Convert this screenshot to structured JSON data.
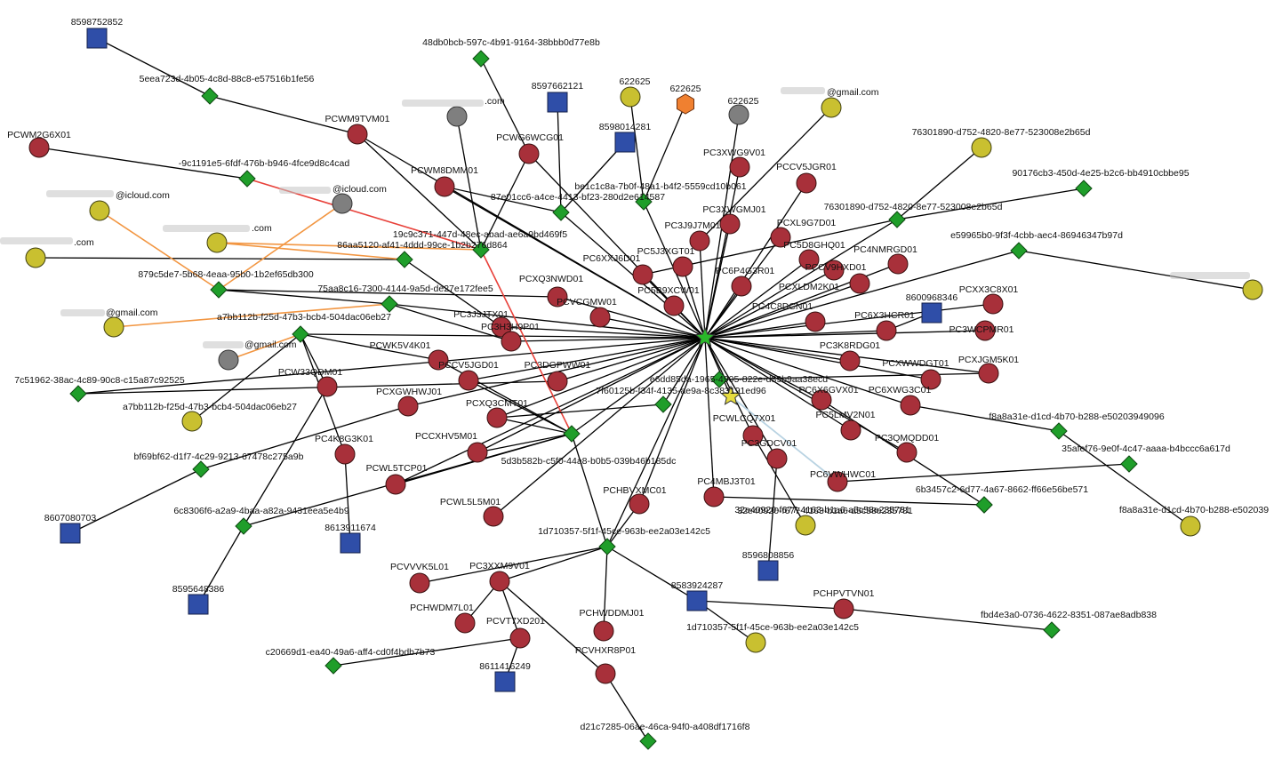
{
  "colors": {
    "device": "#a8303a",
    "account": "#1f9e2a",
    "phone": "#2f4ea8",
    "email": "#c9c030",
    "email_gray": "#7f7f7f",
    "hub": "#2ab82a",
    "star": "#e6dc40",
    "hexagon": "#f08030",
    "edge": "#000000",
    "edge_orange": "#f29642",
    "edge_red": "#e8413a",
    "edge_light": "#b9d3e2"
  },
  "graph": {
    "nodes": [
      {
        "id": "hub",
        "type": "hub",
        "label": ""
      },
      {
        "id": "star",
        "type": "star",
        "label": ""
      },
      {
        "id": "a1",
        "type": "account",
        "label": "48db0bcb-597c-4b91-9164-38bbb0d77e8b"
      },
      {
        "id": "a2",
        "type": "account",
        "label": "5eea723d-4b05-4c8d-88c8-e57516b1fe56"
      },
      {
        "id": "a3",
        "type": "account",
        "label": "-9c1191e5-6fdf-476b-b946-4fce9d8c4cad"
      },
      {
        "id": "a4",
        "type": "account",
        "label": "19c9c371-447d-48ec-abad-ae6a9bd469f5"
      },
      {
        "id": "a5",
        "type": "account",
        "label": "86aa5120-af41-4ddd-99ce-1b2b276d864"
      },
      {
        "id": "a6",
        "type": "account",
        "label": "879c5de7-5b68-4eaa-95b0-1b2ef65db300"
      },
      {
        "id": "a7",
        "type": "account",
        "label": "75aa8c16-7300-4144-9a5d-de27e172fee5"
      },
      {
        "id": "a8",
        "type": "account",
        "label": "a7bb112b-f25d-47b3-bcb4-504dac06eb27"
      },
      {
        "id": "a9",
        "type": "account",
        "label": "7c51962-38ac-4c89-90c8-c15a87c92525"
      },
      {
        "id": "a10",
        "type": "account",
        "label": "bf69bf62-d1f7-4c29-9213-67478c275a9b"
      },
      {
        "id": "a11",
        "type": "account",
        "label": "6c8306f6-a2a9-4baa-a82a-9431eea5e4b9"
      },
      {
        "id": "a12",
        "type": "account",
        "label": "c20669d1-ea40-49a6-aff4-cd0f4bdb7b73"
      },
      {
        "id": "a13",
        "type": "account",
        "label": "d21c7285-06ae-46ca-94f0-a408df1716f8"
      },
      {
        "id": "a14",
        "type": "account",
        "label": "1d710357-5f1f-45ce-963b-ee2a03e142c5"
      },
      {
        "id": "a15",
        "type": "account",
        "label": "5d3b582b-c5f0-44a8-b0b5-039b46b185dc"
      },
      {
        "id": "a16",
        "type": "account",
        "label": "32e40920-f677-4163-b1a6-a5c58e235781"
      },
      {
        "id": "a17",
        "type": "account",
        "label": "7f60125b-f34f-4135-ae9a-8c383191ed96"
      },
      {
        "id": "a18",
        "type": "account",
        "label": "87e01cc6-a4ce-4413-bf23-280d2e614587"
      },
      {
        "id": "a19",
        "type": "account",
        "label": "be1c1c8a-7b0f-48a1-b4f2-5559cd10b061"
      },
      {
        "id": "a20",
        "type": "account",
        "label": "76301890-d752-4820-8e77-523008e2b65d"
      },
      {
        "id": "a21",
        "type": "account",
        "label": "90176cb3-450d-4e25-b2c6-bb4910cbbe95"
      },
      {
        "id": "a22",
        "type": "account",
        "label": "e59965b0-9f3f-4cbb-aec4-86946347b97d"
      },
      {
        "id": "a23",
        "type": "account",
        "label": "f8a8a31e-d1cd-4b70-b288-e50203949096"
      },
      {
        "id": "a24",
        "type": "account",
        "label": "35afef76-9e0f-4c47-aaaa-b4bccc6a617d"
      },
      {
        "id": "a25",
        "type": "account",
        "label": "6b3457c2-6d77-4a67-8662-ff66e56be571"
      },
      {
        "id": "a26",
        "type": "account",
        "label": "fbd4e3a0-0736-4622-8351-087ae8adb838"
      },
      {
        "id": "a27",
        "type": "account",
        "label": "e6dd85da-1965-4905-822e-d89b9aa38ecd"
      },
      {
        "id": "p1",
        "type": "phone",
        "label": "8598752852"
      },
      {
        "id": "p2",
        "type": "phone",
        "label": "8597662121"
      },
      {
        "id": "p3",
        "type": "phone",
        "label": "8598014281"
      },
      {
        "id": "p4",
        "type": "phone",
        "label": "8600968346"
      },
      {
        "id": "p5",
        "type": "phone",
        "label": "8607080703"
      },
      {
        "id": "p6",
        "type": "phone",
        "label": "8613911674"
      },
      {
        "id": "p7",
        "type": "phone",
        "label": "8595648386"
      },
      {
        "id": "p8",
        "type": "phone",
        "label": "8596808856"
      },
      {
        "id": "p9",
        "type": "phone",
        "label": "8583924287"
      },
      {
        "id": "p10",
        "type": "phone",
        "label": "8611416249"
      },
      {
        "id": "e1",
        "type": "email",
        "label": "622625"
      },
      {
        "id": "e2",
        "type": "hexagon",
        "label": "622625"
      },
      {
        "id": "e3",
        "type": "email_gray",
        "label": "622625"
      },
      {
        "id": "e4",
        "type": "email",
        "label": "@gmail.com",
        "blur": true
      },
      {
        "id": "e5",
        "type": "email_gray",
        "label": ".com",
        "blur": true
      },
      {
        "id": "e6",
        "type": "email",
        "label": "@icloud.com",
        "blur": true
      },
      {
        "id": "e7",
        "type": "email_gray",
        "label": "@icloud.com",
        "blur": true
      },
      {
        "id": "e8",
        "type": "email",
        "label": ".com",
        "blur": true
      },
      {
        "id": "e9",
        "type": "email",
        "label": ".com",
        "blur": true
      },
      {
        "id": "e10",
        "type": "email",
        "label": "@gmail.com",
        "blur": true
      },
      {
        "id": "e11",
        "type": "email_gray",
        "label": "@gmail.com",
        "blur": true
      },
      {
        "id": "e12",
        "type": "email",
        "label": "a7bb112b-f25d-47b3-bcb4-504dac06eb27"
      },
      {
        "id": "e13",
        "type": "email",
        "label": "",
        "blur": true
      },
      {
        "id": "e14",
        "type": "email",
        "label": "76301890-d752-4820-8e77-523008e2b65d"
      },
      {
        "id": "e15",
        "type": "email",
        "label": "f8a8a31e-d1cd-4b70-b288-e502039"
      },
      {
        "id": "e16",
        "type": "email",
        "label": "32e40920-f677-4163-b1a6-a5c58e235781"
      },
      {
        "id": "e17",
        "type": "email",
        "label": "1d710357-5f1f-45ce-963b-ee2a03e142c5"
      },
      {
        "id": "d1",
        "type": "device",
        "label": "PCWM9TVM01"
      },
      {
        "id": "d2",
        "type": "device",
        "label": "PCWM2G6X01"
      },
      {
        "id": "d3",
        "type": "device",
        "label": "PCWG6WCG01"
      },
      {
        "id": "d4",
        "type": "device",
        "label": "PCWM8DMM01"
      },
      {
        "id": "d5",
        "type": "device",
        "label": "PC3XWG9V01"
      },
      {
        "id": "d6",
        "type": "device",
        "label": "PCCV5JGR01"
      },
      {
        "id": "d7",
        "type": "device",
        "label": "PC3XWGMJ01"
      },
      {
        "id": "d8",
        "type": "device",
        "label": "PC3J9J7M01"
      },
      {
        "id": "d9",
        "type": "device",
        "label": "PCXL9G7D01"
      },
      {
        "id": "d10",
        "type": "device",
        "label": "PC5D8GHQ01"
      },
      {
        "id": "d11",
        "type": "device",
        "label": "PC4NMRGD01"
      },
      {
        "id": "d12",
        "type": "device",
        "label": "PC5J3XGT01"
      },
      {
        "id": "d13",
        "type": "device",
        "label": "PC6XXJ6D01"
      },
      {
        "id": "d14",
        "type": "device",
        "label": "PCCV9HXD01"
      },
      {
        "id": "d15",
        "type": "device",
        "label": "PC6P4G3R01"
      },
      {
        "id": "d16",
        "type": "device",
        "label": "PCXQ3NWD01"
      },
      {
        "id": "d17",
        "type": "device",
        "label": "PC5B9XCW01"
      },
      {
        "id": "d18",
        "type": "device",
        "label": "PCXLDM2K01"
      },
      {
        "id": "d19",
        "type": "device",
        "label": "PCVCGMW01"
      },
      {
        "id": "d20",
        "type": "device",
        "label": "PC4C8DCN01"
      },
      {
        "id": "d21",
        "type": "device",
        "label": "PCXX3C8X01"
      },
      {
        "id": "d22",
        "type": "device",
        "label": "PC6X3HCR01"
      },
      {
        "id": "d23",
        "type": "device",
        "label": "PC3J3JTX01"
      },
      {
        "id": "d24",
        "type": "device",
        "label": "PC3WCPMR01"
      },
      {
        "id": "d25",
        "type": "device",
        "label": "PC3H3H9P01"
      },
      {
        "id": "d26",
        "type": "device",
        "label": "PCWK5V4K01"
      },
      {
        "id": "d27",
        "type": "device",
        "label": "PC3K8RDG01"
      },
      {
        "id": "d28",
        "type": "device",
        "label": "PCXWWDGT01"
      },
      {
        "id": "d29",
        "type": "device",
        "label": "PCXJGM5K01"
      },
      {
        "id": "d30",
        "type": "device",
        "label": "PCCV5JGD01"
      },
      {
        "id": "d31",
        "type": "device",
        "label": "PC3DGPWW01"
      },
      {
        "id": "d32",
        "type": "device",
        "label": "PCW33QDM01"
      },
      {
        "id": "d33",
        "type": "device",
        "label": "PC6XWG3C01"
      },
      {
        "id": "d34",
        "type": "device",
        "label": "PC6X6GVX01"
      },
      {
        "id": "d35",
        "type": "device",
        "label": "PCXGWHWJ01"
      },
      {
        "id": "d36",
        "type": "device",
        "label": "PCXQ3CMT01"
      },
      {
        "id": "d37",
        "type": "device",
        "label": "PC5LMV2N01"
      },
      {
        "id": "d38",
        "type": "device",
        "label": "PCWLCQ7X01"
      },
      {
        "id": "d39",
        "type": "device",
        "label": "PC3QMQDD01"
      },
      {
        "id": "d40",
        "type": "device",
        "label": "PCCXHV5M01"
      },
      {
        "id": "d41",
        "type": "device",
        "label": "PC4K8G3K01"
      },
      {
        "id": "d42",
        "type": "device",
        "label": "PC3GDCV01"
      },
      {
        "id": "d43",
        "type": "device",
        "label": "PCWL5TCP01"
      },
      {
        "id": "d44",
        "type": "device",
        "label": "PC6VWHWC01"
      },
      {
        "id": "d45",
        "type": "device",
        "label": "PC4MBJ3T01"
      },
      {
        "id": "d46",
        "type": "device",
        "label": "PCHBVXMC01"
      },
      {
        "id": "d47",
        "type": "device",
        "label": "PCWL5L5M01"
      },
      {
        "id": "d48",
        "type": "device",
        "label": "PCVVVK5L01"
      },
      {
        "id": "d49",
        "type": "device",
        "label": "PC3XXM9V01"
      },
      {
        "id": "d50",
        "type": "device",
        "label": "PCHPVTVN01"
      },
      {
        "id": "d51",
        "type": "device",
        "label": "PCHWDM7L01"
      },
      {
        "id": "d52",
        "type": "device",
        "label": "PCHWDDMJ01"
      },
      {
        "id": "d53",
        "type": "device",
        "label": "PCVT7XD201"
      },
      {
        "id": "d54",
        "type": "device",
        "label": "PCVHXR8P01"
      }
    ],
    "edges": [
      [
        "hub",
        "d1"
      ],
      [
        "hub",
        "d3"
      ],
      [
        "hub",
        "d4"
      ],
      [
        "hub",
        "d5"
      ],
      [
        "hub",
        "d6"
      ],
      [
        "hub",
        "d7"
      ],
      [
        "hub",
        "d8"
      ],
      [
        "hub",
        "d9"
      ],
      [
        "hub",
        "d10"
      ],
      [
        "hub",
        "d11"
      ],
      [
        "hub",
        "d12"
      ],
      [
        "hub",
        "d13"
      ],
      [
        "hub",
        "d14"
      ],
      [
        "hub",
        "d15"
      ],
      [
        "hub",
        "d16"
      ],
      [
        "hub",
        "d17"
      ],
      [
        "hub",
        "d18"
      ],
      [
        "hub",
        "d19"
      ],
      [
        "hub",
        "d20"
      ],
      [
        "hub",
        "d21"
      ],
      [
        "hub",
        "d22"
      ],
      [
        "hub",
        "d23"
      ],
      [
        "hub",
        "d24"
      ],
      [
        "hub",
        "d25"
      ],
      [
        "hub",
        "d27"
      ],
      [
        "hub",
        "d28"
      ],
      [
        "hub",
        "d29"
      ],
      [
        "hub",
        "d30"
      ],
      [
        "hub",
        "d31"
      ],
      [
        "hub",
        "d33"
      ],
      [
        "hub",
        "d34"
      ],
      [
        "hub",
        "d36"
      ],
      [
        "hub",
        "d37"
      ],
      [
        "hub",
        "d38"
      ],
      [
        "hub",
        "d39"
      ],
      [
        "hub",
        "d40"
      ],
      [
        "hub",
        "d42"
      ],
      [
        "hub",
        "d43"
      ],
      [
        "hub",
        "d45"
      ],
      [
        "hub",
        "d46"
      ],
      [
        "hub",
        "d47"
      ],
      [
        "hub",
        "a7"
      ],
      [
        "hub",
        "a8"
      ],
      [
        "hub",
        "a17"
      ],
      [
        "hub",
        "a14"
      ],
      [
        "hub",
        "a15"
      ],
      [
        "hub",
        "a20"
      ],
      [
        "hub",
        "a22"
      ],
      [
        "hub",
        "a18"
      ],
      [
        "hub",
        "a19"
      ],
      [
        "hub",
        "e3"
      ],
      [
        "hub",
        "a9"
      ],
      [
        "hub",
        "star"
      ],
      [
        "hub",
        "d35"
      ],
      [
        "a2",
        "p1"
      ],
      [
        "a2",
        "d1"
      ],
      [
        "d1",
        "a4"
      ],
      [
        "a3",
        "d2"
      ],
      [
        "a3",
        "a4",
        "red"
      ],
      [
        "d4",
        "a18"
      ],
      [
        "d3",
        "a4"
      ],
      [
        "e5",
        "a4"
      ],
      [
        "e9",
        "a5"
      ],
      [
        "e8",
        "a4",
        "orange"
      ],
      [
        "e8",
        "a5",
        "orange"
      ],
      [
        "a5",
        "d23"
      ],
      [
        "a6",
        "e6",
        "orange"
      ],
      [
        "a6",
        "e7",
        "orange"
      ],
      [
        "a6",
        "a7"
      ],
      [
        "a6",
        "d16"
      ],
      [
        "a1",
        "d3"
      ],
      [
        "a18",
        "p2"
      ],
      [
        "a18",
        "p3"
      ],
      [
        "a19",
        "e1"
      ],
      [
        "a19",
        "e2"
      ],
      [
        "a7",
        "e10",
        "orange"
      ],
      [
        "a8",
        "e11",
        "orange"
      ],
      [
        "a8",
        "d41"
      ],
      [
        "a8",
        "d32"
      ],
      [
        "a8",
        "d26"
      ],
      [
        "a8",
        "e12"
      ],
      [
        "a7",
        "d25"
      ],
      [
        "a9",
        "d31"
      ],
      [
        "a10",
        "d35"
      ],
      [
        "a10",
        "p5"
      ],
      [
        "a11",
        "d32"
      ],
      [
        "a11",
        "p7"
      ],
      [
        "a11",
        "a15"
      ],
      [
        "d41",
        "p6"
      ],
      [
        "d26",
        "a15"
      ],
      [
        "a15",
        "d36"
      ],
      [
        "a15",
        "a14"
      ],
      [
        "a15",
        "d30"
      ],
      [
        "a15",
        "d40"
      ],
      [
        "d43",
        "a15"
      ],
      [
        "a4",
        "a15",
        "red"
      ],
      [
        "a14",
        "d46"
      ],
      [
        "a14",
        "d48"
      ],
      [
        "a14",
        "d49"
      ],
      [
        "a14",
        "d52"
      ],
      [
        "a14",
        "p9"
      ],
      [
        "d49",
        "d51"
      ],
      [
        "d49",
        "d53"
      ],
      [
        "d53",
        "a12"
      ],
      [
        "d53",
        "p10"
      ],
      [
        "d54",
        "a13"
      ],
      [
        "d54",
        "d49"
      ],
      [
        "p9",
        "d50"
      ],
      [
        "d50",
        "a26"
      ],
      [
        "p9",
        "e17"
      ],
      [
        "a16",
        "d45"
      ],
      [
        "d42",
        "p8"
      ],
      [
        "d44",
        "a24"
      ],
      [
        "d44",
        "star",
        "light"
      ],
      [
        "a25",
        "d34"
      ],
      [
        "a23",
        "d33"
      ],
      [
        "a23",
        "e15"
      ],
      [
        "a20",
        "e14"
      ],
      [
        "a20",
        "a21"
      ],
      [
        "a22",
        "e13"
      ],
      [
        "a20",
        "d13"
      ],
      [
        "d8",
        "e4"
      ],
      [
        "p4",
        "d22"
      ],
      [
        "a17",
        "d36"
      ],
      [
        "d38",
        "e16"
      ],
      [
        "a27",
        "d29"
      ]
    ]
  }
}
